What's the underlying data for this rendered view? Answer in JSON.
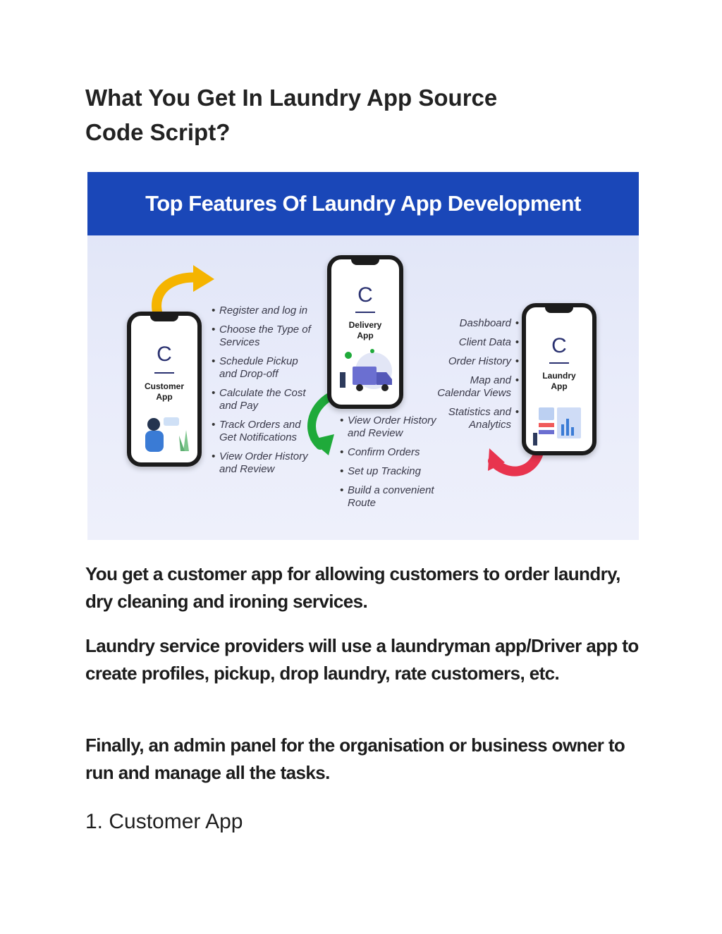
{
  "heading": "What You Get In Laundry App Source Code  Script?",
  "infographic": {
    "banner_title": "Top Features Of Laundry App Development",
    "customer_app": {
      "logo": "C",
      "label_line1": "Customer",
      "label_line2": "App",
      "features": [
        "Register and log in",
        "Choose the Type of Services",
        "Schedule Pickup and Drop-off",
        "Calculate the Cost and Pay",
        "Track Orders and Get Notifications",
        "View Order History and Review"
      ]
    },
    "delivery_app": {
      "logo": "C",
      "label_line1": "Delivery",
      "label_line2": "App",
      "features": [
        "View Order History and Review",
        "Confirm Orders",
        "Set up Tracking",
        "Build a convenient Route"
      ]
    },
    "laundry_app": {
      "logo": "C",
      "label_line1": "Laundry",
      "label_line2": "App",
      "features": [
        "Dashboard",
        "Client Data",
        "Order History",
        "Map and Calendar Views",
        "Statistics and Analytics"
      ]
    },
    "colors": {
      "banner": "#1a47b8",
      "arrow_yellow": "#f5b400",
      "arrow_green": "#1faa3a",
      "arrow_red": "#e8344e"
    }
  },
  "paragraphs": [
    "You get a customer app for allowing customers to order laundry, dry cleaning and ironing services.",
    "Laundry service providers will use a laundryman app/Driver app to create profiles, pickup, drop laundry, rate customers, etc.",
    "Finally, an admin panel for the organisation or business owner to run and manage all the tasks."
  ],
  "section_heading": "1. Customer App"
}
